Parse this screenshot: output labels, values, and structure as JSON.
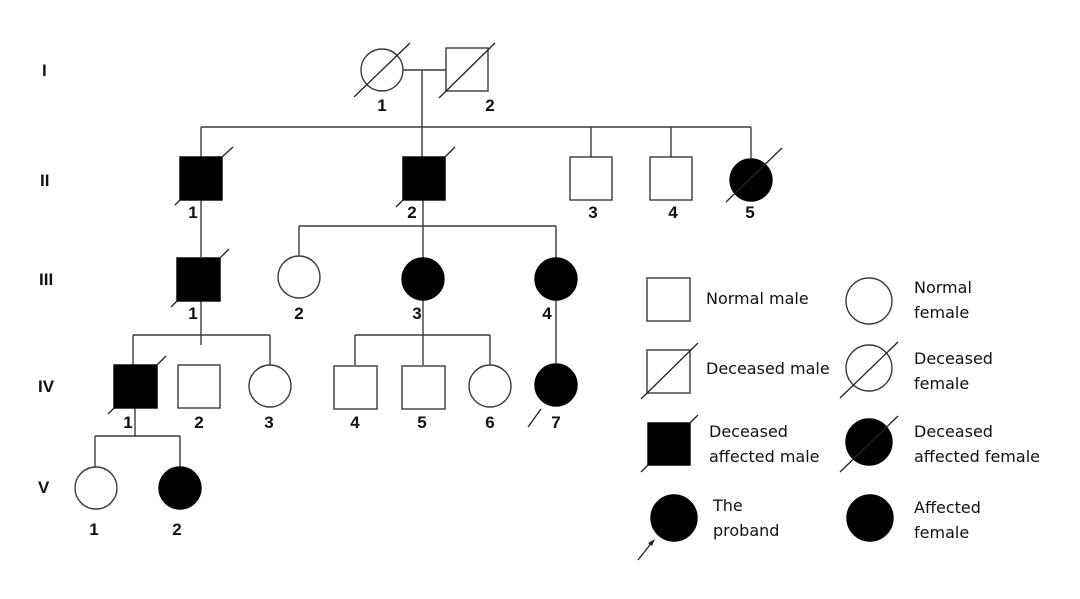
{
  "title": "Pedigree chart",
  "generations": [
    "I",
    "II",
    "III",
    "IV",
    "V"
  ],
  "individuals": [
    {
      "id": "I-1",
      "gen": "I",
      "label": "1",
      "sex": "female",
      "affected": false,
      "deceased": true,
      "proband": false
    },
    {
      "id": "I-2",
      "gen": "I",
      "label": "2",
      "sex": "male",
      "affected": false,
      "deceased": true,
      "proband": false
    },
    {
      "id": "II-1",
      "gen": "II",
      "label": "1",
      "sex": "male",
      "affected": true,
      "deceased": true,
      "proband": false
    },
    {
      "id": "II-2",
      "gen": "II",
      "label": "2",
      "sex": "male",
      "affected": true,
      "deceased": true,
      "proband": false
    },
    {
      "id": "II-3",
      "gen": "II",
      "label": "3",
      "sex": "male",
      "affected": false,
      "deceased": false,
      "proband": false
    },
    {
      "id": "II-4",
      "gen": "II",
      "label": "4",
      "sex": "male",
      "affected": false,
      "deceased": false,
      "proband": false
    },
    {
      "id": "II-5",
      "gen": "II",
      "label": "5",
      "sex": "female",
      "affected": true,
      "deceased": true,
      "proband": false
    },
    {
      "id": "III-1",
      "gen": "III",
      "label": "1",
      "sex": "male",
      "affected": true,
      "deceased": true,
      "proband": false
    },
    {
      "id": "III-2",
      "gen": "III",
      "label": "2",
      "sex": "female",
      "affected": false,
      "deceased": false,
      "proband": false
    },
    {
      "id": "III-3",
      "gen": "III",
      "label": "3",
      "sex": "female",
      "affected": true,
      "deceased": false,
      "proband": false
    },
    {
      "id": "III-4",
      "gen": "III",
      "label": "4",
      "sex": "female",
      "affected": true,
      "deceased": false,
      "proband": false
    },
    {
      "id": "IV-1",
      "gen": "IV",
      "label": "1",
      "sex": "male",
      "affected": true,
      "deceased": true,
      "proband": false
    },
    {
      "id": "IV-2",
      "gen": "IV",
      "label": "2",
      "sex": "male",
      "affected": false,
      "deceased": false,
      "proband": false
    },
    {
      "id": "IV-3",
      "gen": "IV",
      "label": "3",
      "sex": "female",
      "affected": false,
      "deceased": false,
      "proband": false
    },
    {
      "id": "IV-4",
      "gen": "IV",
      "label": "4",
      "sex": "male",
      "affected": false,
      "deceased": false,
      "proband": false
    },
    {
      "id": "IV-5",
      "gen": "IV",
      "label": "5",
      "sex": "male",
      "affected": false,
      "deceased": false,
      "proband": false
    },
    {
      "id": "IV-6",
      "gen": "IV",
      "label": "6",
      "sex": "female",
      "affected": false,
      "deceased": false,
      "proband": false
    },
    {
      "id": "IV-7",
      "gen": "IV",
      "label": "7",
      "sex": "female",
      "affected": true,
      "deceased": false,
      "proband": true
    },
    {
      "id": "V-1",
      "gen": "V",
      "label": "1",
      "sex": "female",
      "affected": false,
      "deceased": false,
      "proband": false
    },
    {
      "id": "V-2",
      "gen": "V",
      "label": "2",
      "sex": "female",
      "affected": true,
      "deceased": false,
      "proband": false
    }
  ],
  "relationships": [
    {
      "type": "couple",
      "members": [
        "I-1",
        "I-2"
      ],
      "children": [
        "II-1",
        "II-2",
        "II-3",
        "II-4",
        "II-5"
      ]
    },
    {
      "type": "parent",
      "parent": "II-1",
      "children": [
        "III-1"
      ]
    },
    {
      "type": "parent",
      "parent": "II-2",
      "children": [
        "III-2",
        "III-3",
        "III-4"
      ]
    },
    {
      "type": "parent",
      "parent": "III-1",
      "children": [
        "IV-1",
        "IV-2",
        "IV-3"
      ]
    },
    {
      "type": "parent",
      "parent": "III-3",
      "children": [
        "IV-4",
        "IV-5",
        "IV-6"
      ]
    },
    {
      "type": "parent",
      "parent": "III-4",
      "children": [
        "IV-7"
      ]
    },
    {
      "type": "parent",
      "parent": "IV-1",
      "children": [
        "V-1",
        "V-2"
      ]
    }
  ],
  "legend": [
    {
      "symbol": "normal-male",
      "label_lines": [
        "Normal male"
      ]
    },
    {
      "symbol": "normal-female",
      "label_lines": [
        "Normal",
        "female"
      ]
    },
    {
      "symbol": "deceased-male",
      "label_lines": [
        "Deceased male"
      ]
    },
    {
      "symbol": "deceased-female",
      "label_lines": [
        "Deceased",
        "female"
      ]
    },
    {
      "symbol": "deceased-affected-male",
      "label_lines": [
        "Deceased",
        "affected male"
      ]
    },
    {
      "symbol": "deceased-affected-female",
      "label_lines": [
        "Deceased",
        "affected female"
      ]
    },
    {
      "symbol": "proband",
      "label_lines": [
        "The",
        "proband"
      ]
    },
    {
      "symbol": "affected-female",
      "label_lines": [
        "Affected",
        "female"
      ]
    }
  ]
}
